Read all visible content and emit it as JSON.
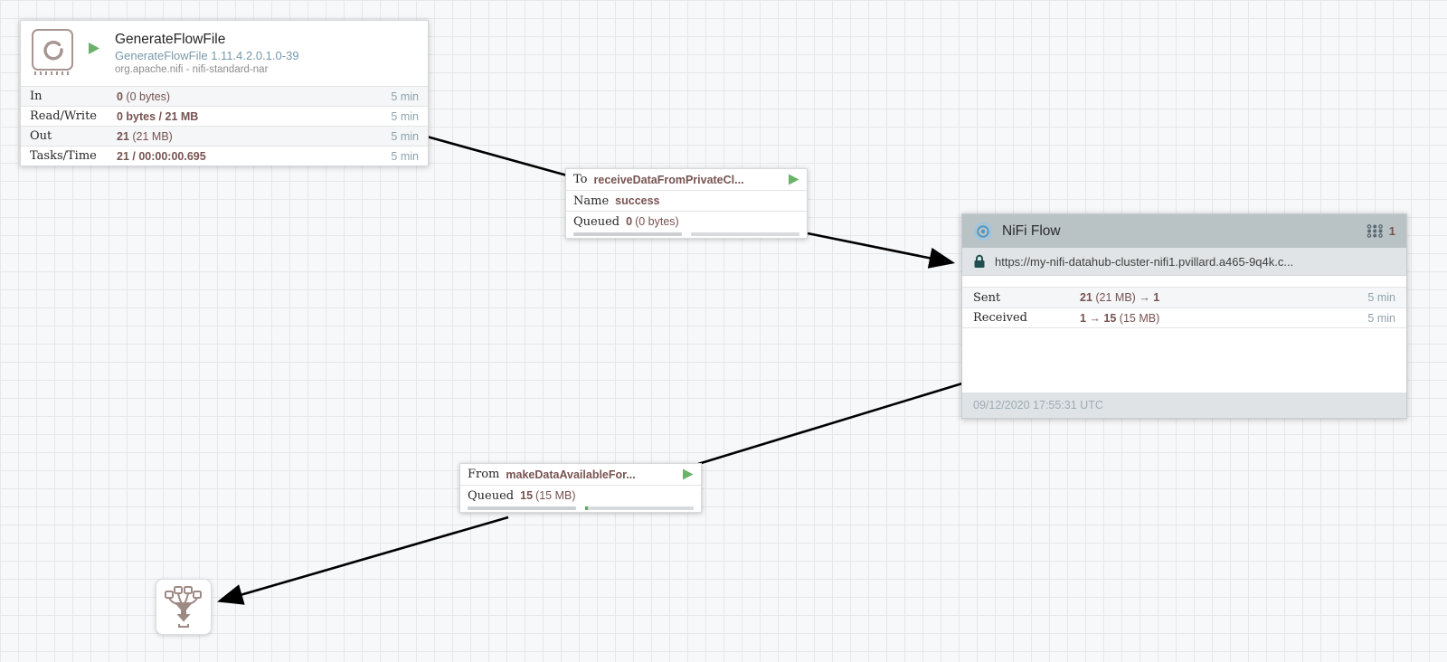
{
  "processor": {
    "title": "GenerateFlowFile",
    "type_version": "GenerateFlowFile 1.11.4.2.0.1.0-39",
    "bundle": "org.apache.nifi - nifi-standard-nar",
    "stats": [
      {
        "label": "In",
        "value_strong": "0",
        "value_rest": " (0 bytes)",
        "window": "5 min"
      },
      {
        "label": "Read/Write",
        "value_strong": "0 bytes / 21 MB",
        "value_rest": "",
        "window": "5 min"
      },
      {
        "label": "Out",
        "value_strong": "21",
        "value_rest": " (21 MB)",
        "window": "5 min"
      },
      {
        "label": "Tasks/Time",
        "value_strong": "21 / 00:00:00.695",
        "value_rest": "",
        "window": "5 min"
      }
    ]
  },
  "connection_to": {
    "to_label": "To",
    "to_value": "receiveDataFromPrivateCl...",
    "name_label": "Name",
    "name_value": "success",
    "queued_label": "Queued",
    "queued_strong": "0",
    "queued_rest": "(0 bytes)"
  },
  "connection_from": {
    "from_label": "From",
    "from_value": "makeDataAvailableFor...",
    "queued_label": "Queued",
    "queued_strong": "15",
    "queued_rest": "(15 MB)"
  },
  "remote_process_group": {
    "title": "NiFi Flow",
    "port_count": "1",
    "url": "https://my-nifi-datahub-cluster-nifi1.pvillard.a465-9q4k.c...",
    "stats": [
      {
        "label": "Sent",
        "strong1": "21",
        "rest": " (21 MB) ",
        "strong2": "→ 1",
        "window": "5 min"
      },
      {
        "label": "Received",
        "strong1": "1 → 15",
        "rest": " (15 MB)",
        "strong2": "",
        "window": "5 min"
      }
    ],
    "last_refreshed": "09/12/2020 17:55:31 UTC"
  },
  "colors": {
    "value_maroon": "#775351",
    "run_green": "#6ab26a",
    "rpg_icon_blue": "#4b97c6",
    "icon_brown": "#a79591",
    "header_gray": "#b9c3c6"
  }
}
